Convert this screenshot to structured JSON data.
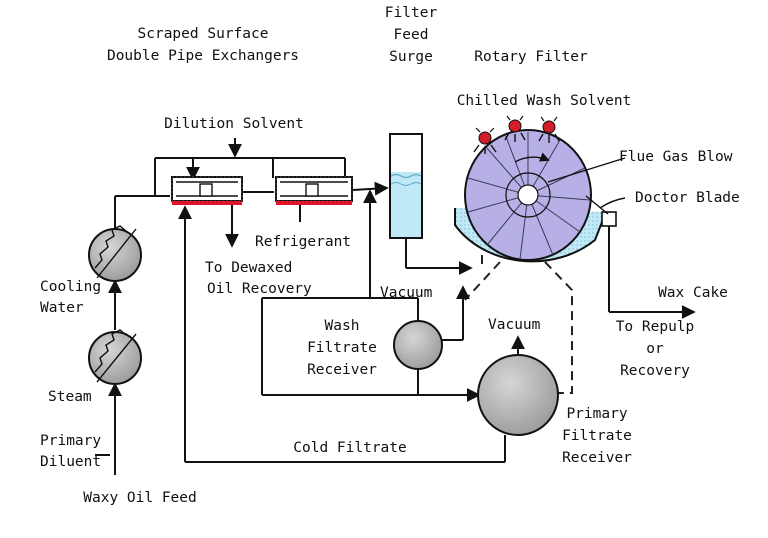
{
  "colors": {
    "vessel_gray": "#b4b4b4",
    "drum_lavender": "#b7b0e6",
    "liquid_blue": "#bfe9f7",
    "refrigerant_red": "#e0142a",
    "spray_red": "#d21e28",
    "line": "#111111"
  },
  "labels": {
    "exchangers_line1": "Scraped Surface",
    "exchangers_line2": "Double Pipe Exchangers",
    "surge_line1": "Filter",
    "surge_line2": "Feed",
    "surge_line3": "Surge",
    "rotary_filter": "Rotary Filter",
    "chilled_wash": "Chilled Wash Solvent",
    "dilution_solvent": "Dilution Solvent",
    "flue_gas": "Flue Gas Blow",
    "doctor_blade": "Doctor Blade",
    "refrigerant": "Refrigerant",
    "dewaxed_line1": "To Dewaxed",
    "dewaxed_line2": "Oil Recovery",
    "cooling_line1": "Cooling",
    "cooling_line2": "Water",
    "vacuum_wash": "Vacuum",
    "vacuum_primary": "Vacuum",
    "wash_line1": "Wash",
    "wash_line2": "Filtrate",
    "wash_line3": "Receiver",
    "wax_cake": "Wax Cake",
    "repulp_line1": "To Repulp",
    "repulp_line2": "or",
    "repulp_line3": "Recovery",
    "steam": "Steam",
    "primary_filtrate_line1": "Primary",
    "primary_filtrate_line2": "Filtrate",
    "primary_filtrate_line3": "Receiver",
    "primary_diluent_line1": "Primary",
    "primary_diluent_line2": "Diluent",
    "cold_filtrate": "Cold Filtrate",
    "waxy_oil_feed": "Waxy Oil Feed"
  }
}
